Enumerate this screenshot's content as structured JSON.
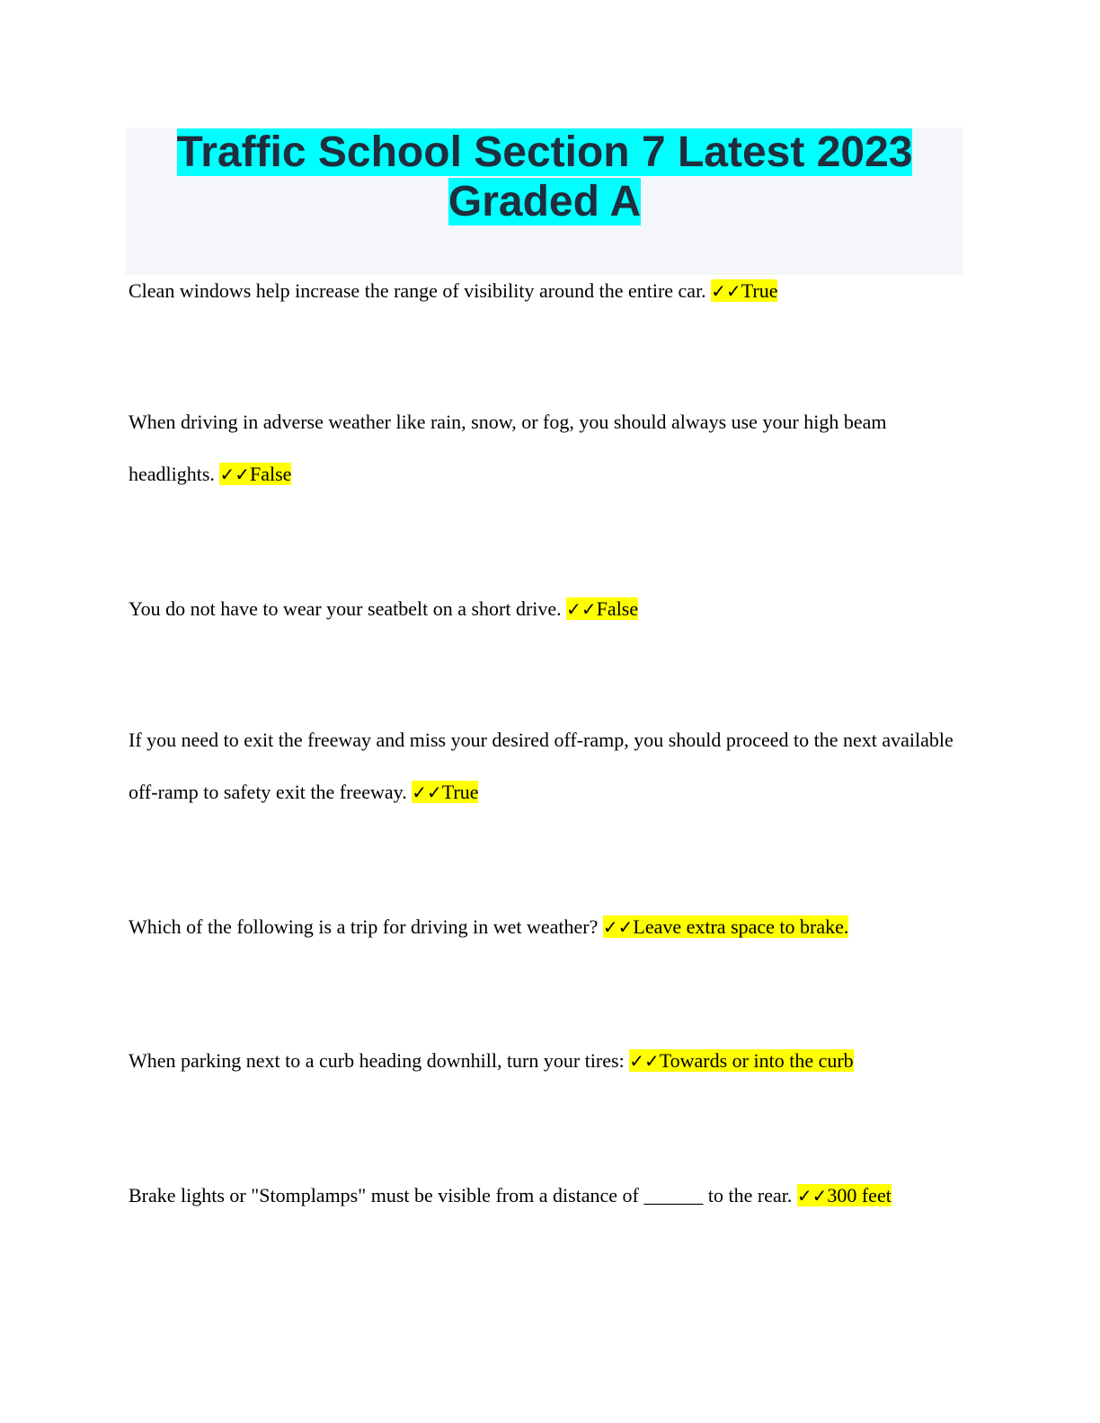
{
  "document": {
    "title": "Traffic School Section 7 Latest 2023 Graded A",
    "title_highlight_color": "#00ffff",
    "answer_highlight_color": "#ffff00",
    "check_mark": "✓✓",
    "questions": [
      {
        "question": "Clean windows help increase the range of visibility around the entire car.",
        "answer": "True"
      },
      {
        "question": "When driving in adverse weather like rain, snow, or fog, you should always use your high beam headlights.",
        "answer": "False"
      },
      {
        "question": "You do not have to wear your seatbelt on a short drive.",
        "answer": "False"
      },
      {
        "question": "If you need to exit the freeway and miss your desired off-ramp, you should proceed to the next available off-ramp to safety exit the freeway.",
        "answer": "True"
      },
      {
        "question": "Which of the following is a trip for driving in wet weather?",
        "answer": "Leave extra space to brake."
      },
      {
        "question": "When parking next to a curb heading downhill, turn your tires:",
        "answer": "Towards or into the curb"
      },
      {
        "question": "Brake lights or \"Stomplamps\" must be visible from a distance of ______ to the rear.",
        "answer": "300 feet"
      }
    ]
  }
}
